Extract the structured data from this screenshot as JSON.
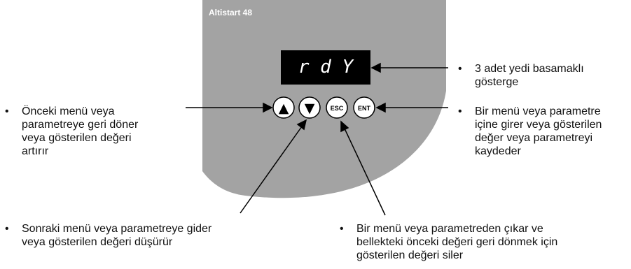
{
  "device": {
    "title": "Altistart 48",
    "display_text": "r d Y",
    "buttons": {
      "up_label": "▲",
      "down_label": "▼",
      "esc_label": "ESC",
      "ent_label": "ENT"
    }
  },
  "callouts": {
    "bullet": "•",
    "display": "3 adet yedi basamaklı\ngösterge",
    "up": "Önceki menü veya\nparametreye geri döner\nveya gösterilen değeri\nartırır",
    "ent": "Bir menü veya parametre\niçine girer veya gösterilen\ndeğer veya parametreyi\nkaydeder",
    "down": "Sonraki menü veya parametreye gider\nveya gösterilen değeri düşürür",
    "esc": "Bir menü veya parametreden çıkar ve\nbellekteki önceki değeri geri dönmek için\ngösterilen değeri siler"
  },
  "colors": {
    "panel": "#a3a3a3",
    "display_bg": "#000000",
    "button_fill": "#ffffff",
    "line": "#000000"
  }
}
